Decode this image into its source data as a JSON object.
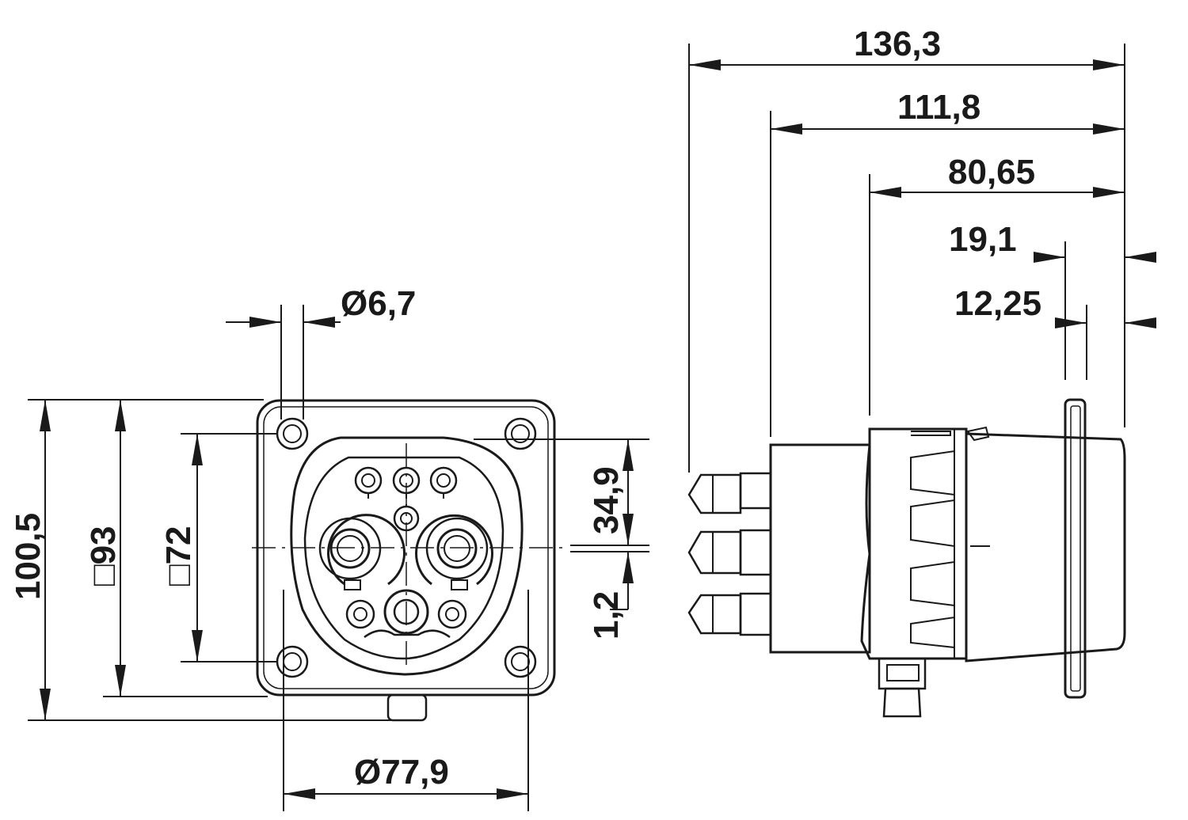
{
  "front_view": {
    "dims": {
      "hole_diameter": "Ø6,7",
      "height_overall": "100,5",
      "mount_square": "□93",
      "socket_square": "□72",
      "pin_offset": "34,9",
      "center_offset": "1,2",
      "socket_diameter": "Ø77,9"
    }
  },
  "side_view": {
    "dims": {
      "length_total": "136,3",
      "length_body": "111,8",
      "length_housing": "80,65",
      "flange_depth": "19,1",
      "flange_thickness": "12,25"
    }
  }
}
